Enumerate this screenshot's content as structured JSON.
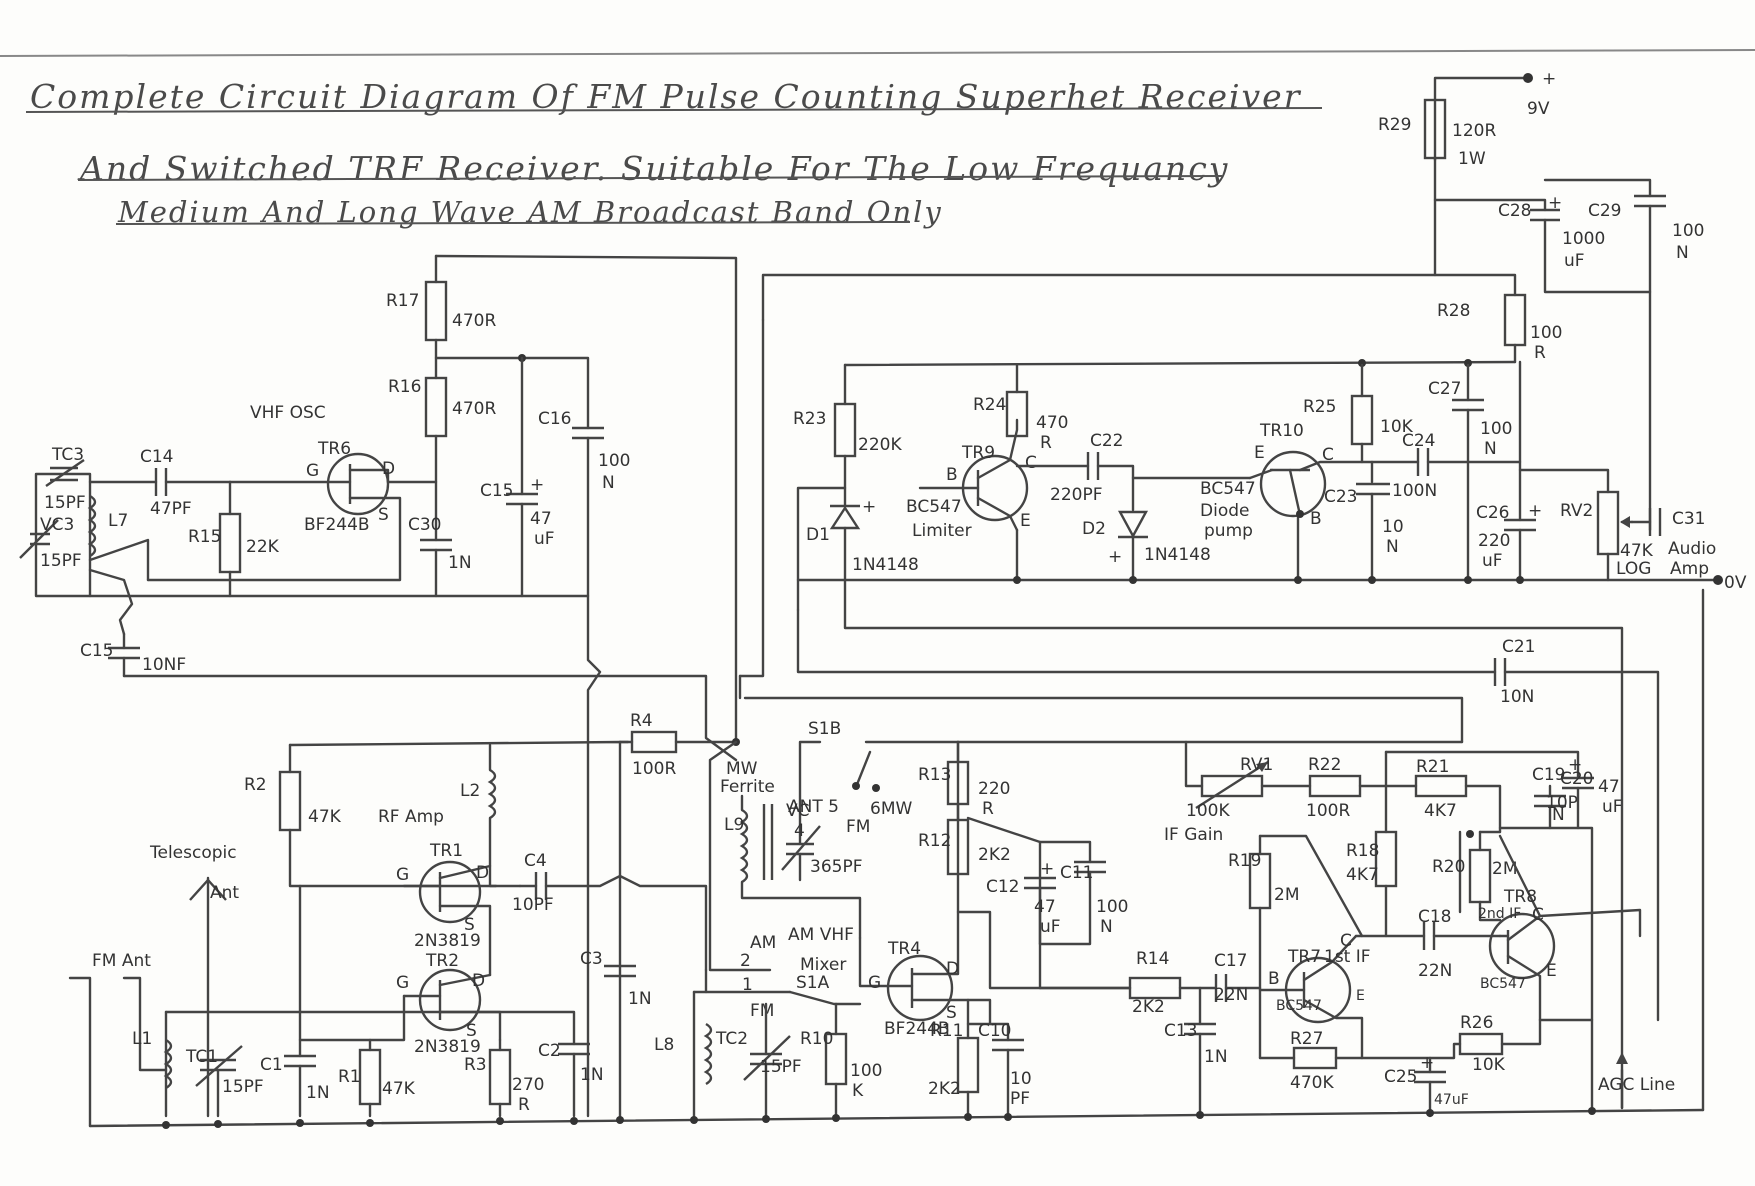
{
  "title": {
    "line1": "Complete Circuit Diagram Of FM Pulse Counting Superhet Receiver",
    "line2": "And Switched TRF Receiver. Suitable For The Low Frequancy",
    "line3": "Medium And Long Wave AM Broadcast Band Only"
  },
  "supply": {
    "plus": "+",
    "voltage": "9V",
    "ground": "0V"
  },
  "sections": {
    "vhf_osc": "VHF OSC",
    "rf_amp": "RF Amp",
    "telescopic": "Telescopic",
    "telescopic_ant": "Ant",
    "fm_ant": "FM Ant",
    "mw_ferrite_1": "MW",
    "mw_ferrite_2": "Ferrite",
    "am_vhf_mixer_1": "AM VHF",
    "am_vhf_mixer_2": "Mixer",
    "ant_fm_1": "ANT 5",
    "ant_fm_2": "FM",
    "mw_switch": "6MW",
    "if_gain": "IF Gain",
    "agc_line": "AGC Line",
    "audio_amp_1": "Audio",
    "audio_amp_2": "Amp",
    "limiter": "Limiter",
    "diode_pump_1": "Diode",
    "diode_pump_2": "pump",
    "first_if": "1st IF",
    "second_if": "2nd IF",
    "am_pos": "AM",
    "fm_pos": "FM",
    "sw_pos_2": "2",
    "sw_pos_1": "1",
    "pos_1": "1"
  },
  "components": {
    "R29": {
      "ref": "R29",
      "v1": "120R",
      "v2": "1W"
    },
    "C28": {
      "ref": "C28",
      "v1": "1000",
      "v2": "uF"
    },
    "C29": {
      "ref": "C29",
      "v1": "100",
      "v2": "N"
    },
    "R28": {
      "ref": "R28",
      "v1": "100",
      "v2": "R"
    },
    "R17": {
      "ref": "R17",
      "v1": "470R"
    },
    "R16": {
      "ref": "R16",
      "v1": "470R"
    },
    "C16": {
      "ref": "C16",
      "v1": "100",
      "v2": "N"
    },
    "C15a": {
      "ref": "C15",
      "v1": "47",
      "v2": "uF"
    },
    "C30": {
      "ref": "C30",
      "v1": "1N"
    },
    "TR6": {
      "ref": "TR6",
      "v1": "BF244B"
    },
    "C14": {
      "ref": "C14",
      "v1": "47PF"
    },
    "R15": {
      "ref": "R15",
      "v1": "22K"
    },
    "TC3": {
      "ref": "TC3",
      "v1": "15PF"
    },
    "VC3": {
      "ref": "VC3",
      "v1": "15PF"
    },
    "L7": {
      "ref": "L7"
    },
    "C15b": {
      "ref": "C15",
      "v1": "10NF"
    },
    "R23": {
      "ref": "R23",
      "v1": "220K"
    },
    "R24": {
      "ref": "R24",
      "v1": "470",
      "v2": "R"
    },
    "TR9": {
      "ref": "TR9",
      "v1": "BC547"
    },
    "C22": {
      "ref": "C22",
      "v1": "220PF"
    },
    "D1": {
      "ref": "D1",
      "v1": "1N4148"
    },
    "D2": {
      "ref": "D2",
      "v1": "1N4148"
    },
    "TR10": {
      "ref": "TR10",
      "v1": "BC547"
    },
    "R25": {
      "ref": "R25",
      "v1": "10K"
    },
    "C23": {
      "ref": "C23",
      "v1": "10",
      "v2": "N"
    },
    "C24": {
      "ref": "C24",
      "v1": "100N"
    },
    "C27": {
      "ref": "C27",
      "v1": "100",
      "v2": "N"
    },
    "C26": {
      "ref": "C26",
      "v1": "220",
      "v2": "uF"
    },
    "RV2": {
      "ref": "RV2",
      "v1": "47K",
      "v2": "LOG"
    },
    "C31": {
      "ref": "C31"
    },
    "C21": {
      "ref": "C21",
      "v1": "10N"
    },
    "R4": {
      "ref": "R4",
      "v1": "100R"
    },
    "S1B": {
      "ref": "S1B"
    },
    "S1A": {
      "ref": "S1A"
    },
    "R2": {
      "ref": "R2",
      "v1": "47K"
    },
    "L2": {
      "ref": "L2"
    },
    "TR1": {
      "ref": "TR1",
      "v1": "2N3819"
    },
    "C4": {
      "ref": "C4",
      "v1": "10PF"
    },
    "TR2": {
      "ref": "TR2",
      "v1": "2N3819"
    },
    "C1": {
      "ref": "C1",
      "v1": "1N"
    },
    "R1": {
      "ref": "R1",
      "v1": "47K"
    },
    "R3": {
      "ref": "R3",
      "v1": "270",
      "v2": "R"
    },
    "C2": {
      "ref": "C2",
      "v1": "1N"
    },
    "L1": {
      "ref": "L1"
    },
    "TC1": {
      "ref": "TC1",
      "v1": "15PF"
    },
    "C3": {
      "ref": "C3",
      "v1": "1N"
    },
    "L9": {
      "ref": "L9"
    },
    "VC4": {
      "ref": "VC",
      "v1": "4",
      "v2": "365PF"
    },
    "L8": {
      "ref": "L8"
    },
    "TC2": {
      "ref": "TC2",
      "v1": "15PF"
    },
    "R10": {
      "ref": "R10",
      "v1": "100",
      "v2": "K"
    },
    "TR4": {
      "ref": "TR4",
      "v1": "BF244B"
    },
    "R13": {
      "ref": "R13",
      "v1": "220",
      "v2": "R"
    },
    "R12": {
      "ref": "R12",
      "v1": "2K2"
    },
    "C12": {
      "ref": "C12",
      "v1": "47",
      "v2": "uF"
    },
    "C11": {
      "ref": "C11",
      "v1": "100",
      "v2": "N"
    },
    "R11": {
      "ref": "R11",
      "v1": "2K2"
    },
    "C10": {
      "ref": "C10",
      "v1": "10",
      "v2": "PF"
    },
    "RV1": {
      "ref": "RV1",
      "v1": "100K"
    },
    "R22": {
      "ref": "R22",
      "v1": "100R"
    },
    "R21": {
      "ref": "R21",
      "v1": "4K7"
    },
    "C19": {
      "ref": "C19",
      "v1": "10P",
      "v2": "N"
    },
    "C20": {
      "ref": "C20",
      "v1": "47",
      "v2": "uF"
    },
    "R19": {
      "ref": "R19",
      "v1": "2M"
    },
    "R18": {
      "ref": "R18",
      "v1": "4K7"
    },
    "R20": {
      "ref": "R20",
      "v1": "2M"
    },
    "TR7": {
      "ref": "TR7",
      "v1": "BC547"
    },
    "TR8": {
      "ref": "TR8",
      "v1": "BC547"
    },
    "C18": {
      "ref": "C18",
      "v1": "22N"
    },
    "R14": {
      "ref": "R14",
      "v1": "2K2"
    },
    "C17": {
      "ref": "C17",
      "v1": "22N"
    },
    "C13": {
      "ref": "C13",
      "v1": "1N"
    },
    "R27": {
      "ref": "R27",
      "v1": "470K"
    },
    "C25": {
      "ref": "C25",
      "v1": "47uF"
    },
    "R26": {
      "ref": "R26",
      "v1": "10K"
    }
  },
  "pins": {
    "G": "G",
    "D": "D",
    "S": "S",
    "B": "B",
    "C": "C",
    "E": "E",
    "plus": "+"
  },
  "colors": {
    "ink": "#444444",
    "paper": "#fdfdfb"
  }
}
